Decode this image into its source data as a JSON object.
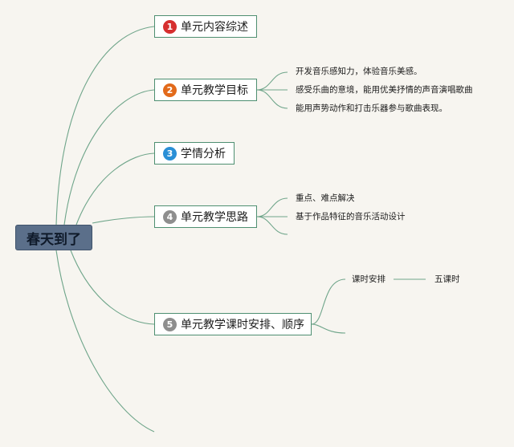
{
  "root": {
    "label": "春天到了"
  },
  "topics": [
    {
      "num": "1",
      "label": "单元内容综述",
      "badge_color": "#d62f2f"
    },
    {
      "num": "2",
      "label": "单元教学目标",
      "badge_color": "#e26a1b"
    },
    {
      "num": "3",
      "label": "学情分析",
      "badge_color": "#2a8fd6"
    },
    {
      "num": "4",
      "label": "单元教学思路",
      "badge_color": "#8e8e8e"
    },
    {
      "num": "5",
      "label": "单元教学课时安排、顺序",
      "badge_color": "#8e8e8e"
    }
  ],
  "goals": [
    "开发音乐感知力，体验音乐美感。",
    "感受乐曲的意境，能用优美抒情的声音演唱歌曲",
    "能用声势动作和打击乐器参与歌曲表现。"
  ],
  "ideas": [
    "重点、难点解决",
    "基于作品特征的音乐活动设计"
  ],
  "schedule": {
    "label": "课时安排",
    "value": "五课时"
  },
  "colors": {
    "background": "#f7f5f0",
    "link": "#6fa58a",
    "topic_border": "#4e8f71",
    "root_fill": "#5b6f8a"
  }
}
